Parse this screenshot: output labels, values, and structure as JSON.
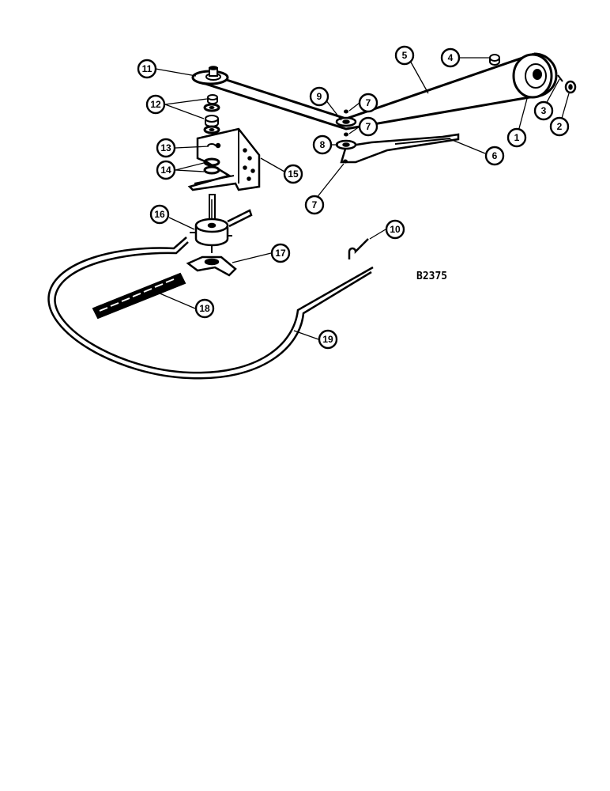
{
  "drawing_code": "B2375",
  "callouts": [
    "1",
    "2",
    "3",
    "4",
    "5",
    "6",
    "7",
    "8",
    "9",
    "10",
    "11",
    "12",
    "13",
    "14",
    "15",
    "16",
    "17",
    "18"
  ],
  "colors": {
    "ink": "#000000",
    "paper": "#ffffff"
  }
}
